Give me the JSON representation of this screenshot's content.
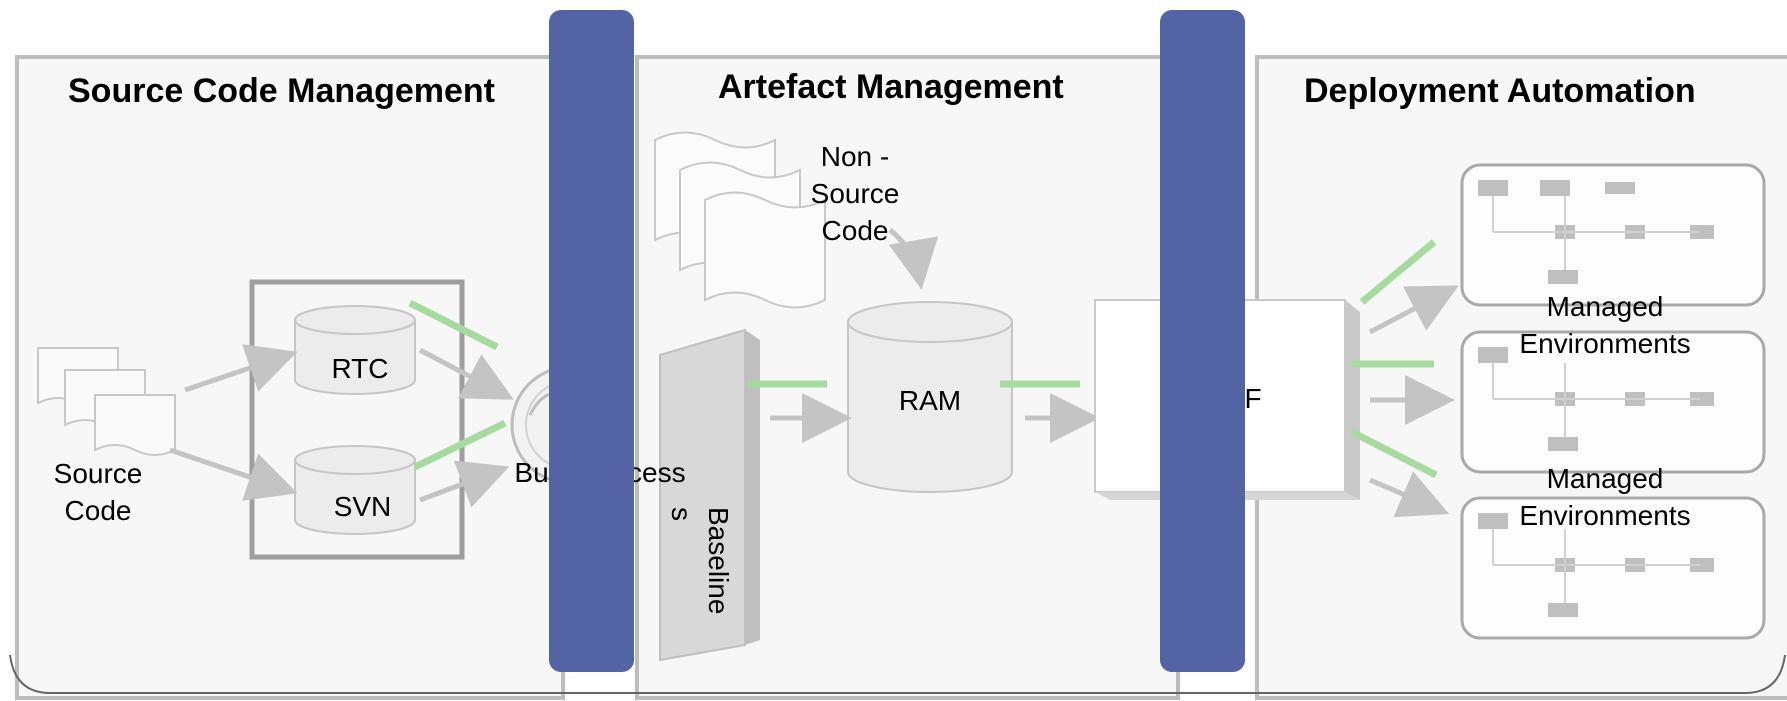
{
  "titles": {
    "scm": "Source Code Management",
    "artefact": "Artefact Management",
    "deploy": "Deployment Automation"
  },
  "labels": {
    "source_code": "Source\nCode",
    "rtc": "RTC",
    "svn": "SVN",
    "build_process": "Build Process",
    "baselines": "Baseline\ns",
    "non_source": "Non -\nSource\nCode",
    "ram": "RAM",
    "deploy_char": "F",
    "managed_env_1": "Managed\nEnvironments",
    "managed_env_2": "Managed\nEnvironments"
  },
  "colors": {
    "divider": "#5264a3",
    "connector": "#a6dba0",
    "panel_border": "#bdbdbd",
    "panel_bg": "#f7f7f7",
    "faded_line": "#bdbdbd"
  }
}
